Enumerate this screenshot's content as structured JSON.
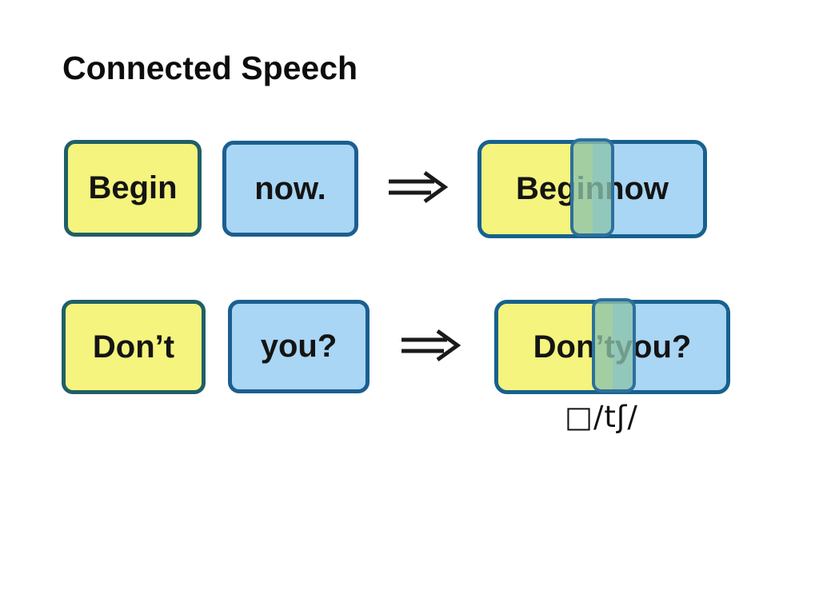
{
  "title": "Connected Speech",
  "colors": {
    "background": "#ffffff",
    "yellow_fill": "#f4f47e",
    "yellow_border": "#1f5f68",
    "blue_fill": "#a8d6f4",
    "blue_border": "#1c5e90",
    "combined_border": "#17618e",
    "overlap_fill": "#8cc3aa",
    "overlap_border": "#2e6f9c",
    "arrow": "#1a1a1a",
    "text": "#141414"
  },
  "rows": [
    {
      "left_word": "Begin",
      "right_word": "now.",
      "combined_word": "Beginnow"
    },
    {
      "left_word": "Don’t",
      "right_word": "you?",
      "combined_word": "Don’tyou?",
      "phonetic_note": "□/tʃ/"
    }
  ]
}
